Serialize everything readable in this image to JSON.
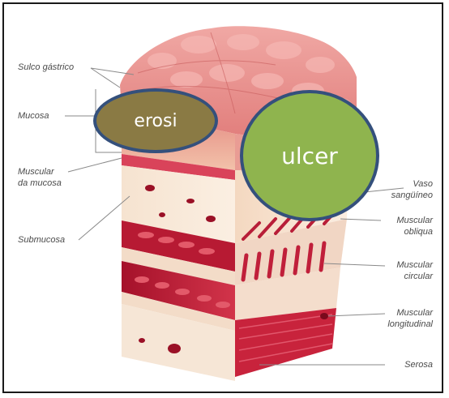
{
  "labels": {
    "sulco_gastrico": "Sulco gástrico",
    "mucosa": "Mucosa",
    "muscular_da_mucosa_1": "Muscular",
    "muscular_da_mucosa_2": "da mucosa",
    "submucosa": "Submucosa",
    "vaso_1": "Vaso",
    "vaso_2": "sangüíneo",
    "obliqua_1": "Muscular",
    "obliqua_2": "obliqua",
    "circular_1": "Muscular",
    "circular_2": "circular",
    "longitudinal_1": "Muscular",
    "longitudinal_2": "longitudinal",
    "serosa": "Serosa"
  },
  "overlays": {
    "erosi": {
      "text": "erosi",
      "fill": "#8a7a44"
    },
    "ulcer": {
      "text": "ulcer",
      "fill": "#8fb44e"
    }
  },
  "colors": {
    "outline": "#34507c",
    "leader": "#8a8a8a"
  }
}
